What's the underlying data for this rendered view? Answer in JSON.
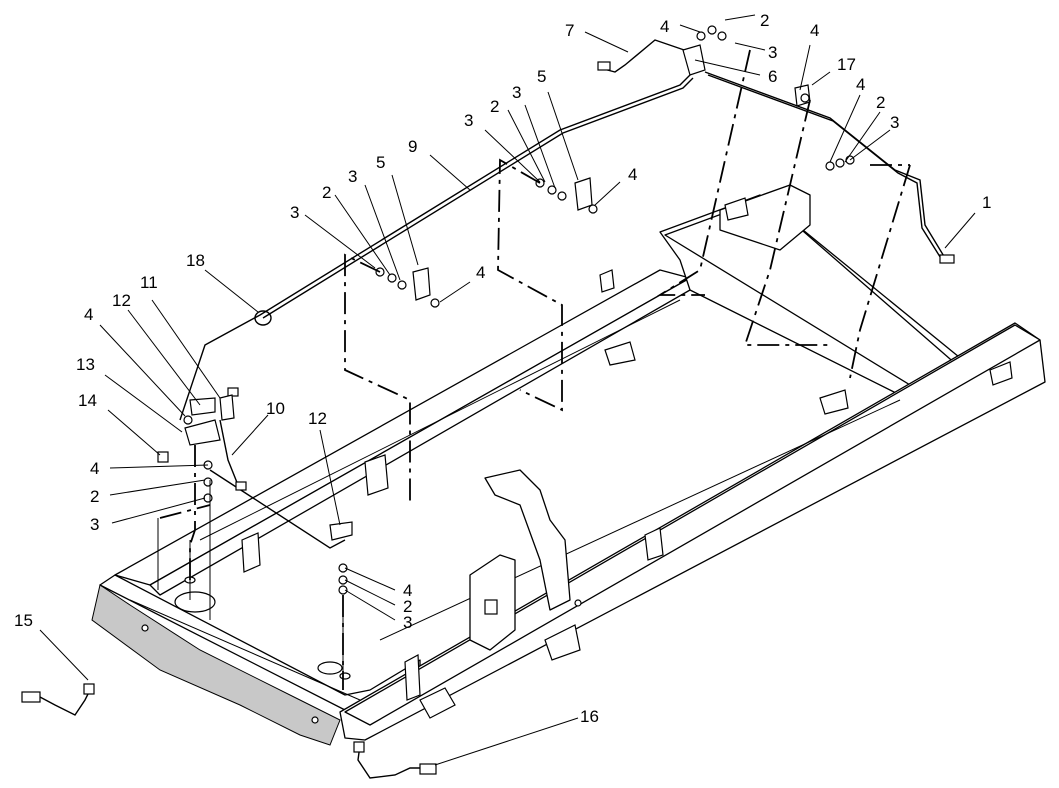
{
  "callouts": [
    "1",
    "2",
    "3",
    "4",
    "5",
    "6",
    "7",
    "9",
    "10",
    "11",
    "12",
    "13",
    "14",
    "15",
    "16",
    "17",
    "18"
  ]
}
